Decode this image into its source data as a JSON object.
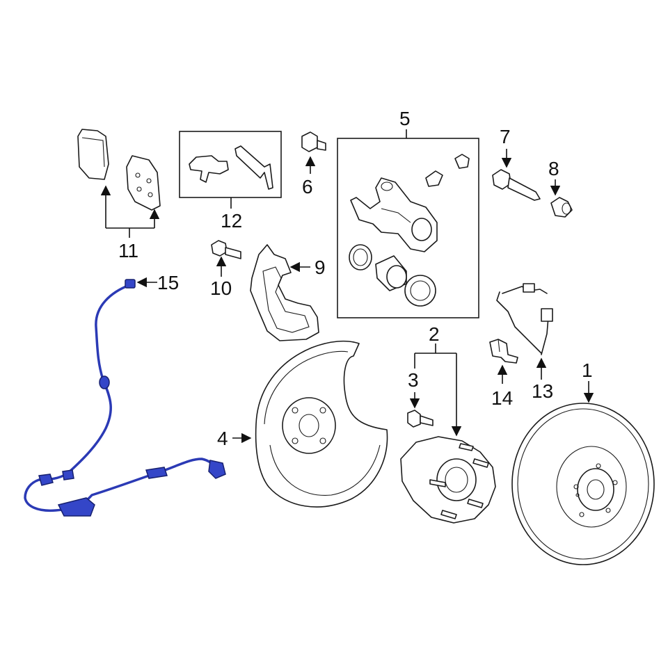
{
  "diagram": {
    "callouts": [
      {
        "id": "1",
        "label": "1"
      },
      {
        "id": "2",
        "label": "2"
      },
      {
        "id": "3",
        "label": "3"
      },
      {
        "id": "4",
        "label": "4"
      },
      {
        "id": "5",
        "label": "5"
      },
      {
        "id": "6",
        "label": "6"
      },
      {
        "id": "7",
        "label": "7"
      },
      {
        "id": "8",
        "label": "8"
      },
      {
        "id": "9",
        "label": "9"
      },
      {
        "id": "10",
        "label": "10"
      },
      {
        "id": "11",
        "label": "11"
      },
      {
        "id": "12",
        "label": "12"
      },
      {
        "id": "13",
        "label": "13"
      },
      {
        "id": "14",
        "label": "14"
      },
      {
        "id": "15",
        "label": "15"
      }
    ],
    "highlight_color": "#2b3ab5"
  }
}
